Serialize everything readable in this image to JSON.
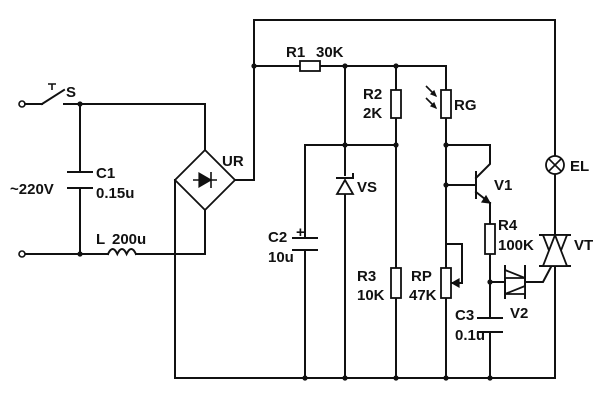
{
  "labels": {
    "switch": "S",
    "mains": "~220V",
    "c1_name": "C1",
    "c1_value": "0.15u",
    "inductor_name": "L",
    "inductor_value": "200u",
    "bridge": "UR",
    "r1": "R1",
    "r1_value": "30K",
    "r2": "R2",
    "r2_value": "2K",
    "rg": "RG",
    "vs": "VS",
    "c2_name": "C2",
    "c2_value": "10u",
    "r3": "R3",
    "r3_value": "10K",
    "rp": "RP",
    "rp_value": "47K",
    "v1": "V1",
    "r4": "R4",
    "r4_value": "100K",
    "c3_name": "C3",
    "c3_value": "0.1u",
    "v2": "V2",
    "vt": "VT",
    "el": "EL",
    "plus": "+"
  }
}
